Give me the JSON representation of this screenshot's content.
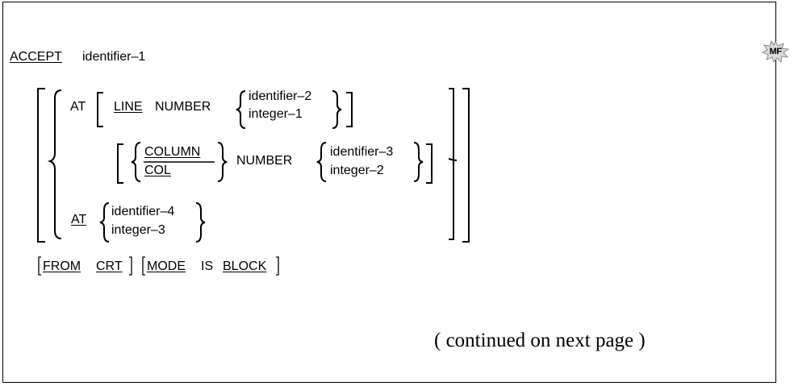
{
  "badge": {
    "label": "MF"
  },
  "syntax": {
    "verb": "ACCEPT",
    "operand": "identifier–1",
    "line1": {
      "at": "AT",
      "line": "LINE",
      "number": "NUMBER",
      "choice": [
        "identifier–2",
        "integer–1"
      ]
    },
    "line2": {
      "column": "COLUMN",
      "col": "COL",
      "number": "NUMBER",
      "choice": [
        "identifier–3",
        "integer–2"
      ]
    },
    "line3": {
      "at": "AT",
      "choice": [
        "identifier–4",
        "integer–3"
      ]
    },
    "options": {
      "from": "FROM",
      "crt": "CRT",
      "mode": "MODE",
      "is": "IS",
      "block": "BLOCK"
    }
  },
  "footer": {
    "continued": "( continued on next page )"
  }
}
